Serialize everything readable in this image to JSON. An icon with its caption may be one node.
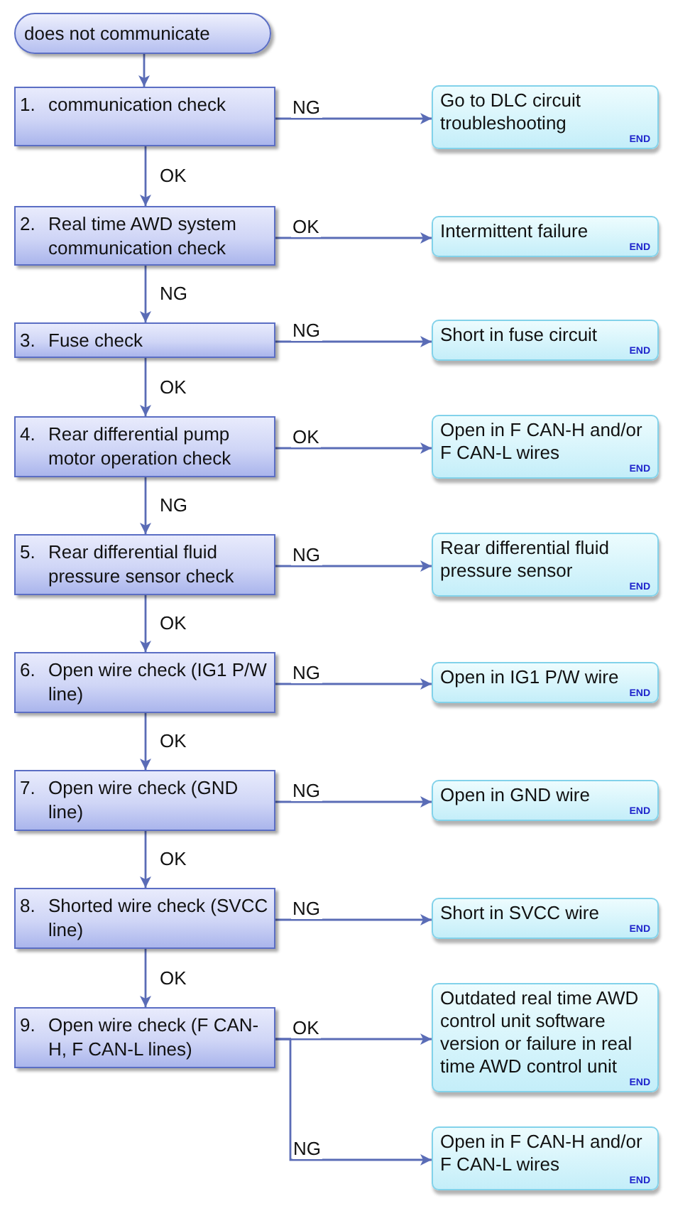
{
  "diagram": {
    "nodes": [
      {
        "text": [
          "does not communicate"
        ]
      },
      {
        "text": [
          "1.",
          "communication check"
        ]
      },
      {
        "text": [
          "Go to DLC circuit troubleshooting",
          "END"
        ]
      },
      {
        "text": [
          "2.",
          "Real time AWD system communication check"
        ]
      },
      {
        "text": [
          "Intermittent failure",
          "END"
        ]
      },
      {
        "text": [
          "3.",
          "Fuse check"
        ]
      },
      {
        "text": [
          "Short in fuse circuit",
          "END"
        ]
      },
      {
        "text": [
          "4.",
          "Rear differential pump motor operation check"
        ]
      },
      {
        "text": [
          "Open in F CAN-H and/or F CAN-L wires",
          "END"
        ]
      },
      {
        "text": [
          "5.",
          "Rear differential fluid pressure sensor check"
        ]
      },
      {
        "text": [
          "Rear differential fluid pressure sensor",
          "END"
        ]
      },
      {
        "text": [
          "6.",
          "Open wire check (IG1 P/W line)"
        ]
      },
      {
        "text": [
          "Open in IG1 P/W wire",
          "END"
        ]
      },
      {
        "text": [
          "7.",
          "Open wire check (GND line)"
        ]
      },
      {
        "text": [
          "Open in GND wire",
          "END"
        ]
      },
      {
        "text": [
          "8.",
          "Shorted wire check (SVCC line)"
        ]
      },
      {
        "text": [
          "Short in SVCC wire",
          "END"
        ]
      },
      {
        "text": [
          "9.",
          "Open wire check (F CAN-H, F CAN-L lines)"
        ]
      },
      {
        "text": [
          "Outdated real time AWD control unit software version or failure in real time AWD control unit",
          "END"
        ]
      },
      {
        "text": [
          "Open in F CAN-H and/or F CAN-L wires",
          "END"
        ]
      }
    ],
    "edges": [
      {
        "from": 0,
        "to": 1,
        "arrow": "to"
      },
      {
        "from": 1,
        "to": 2,
        "arrow": "to",
        "label": "NG"
      },
      {
        "from": 1,
        "to": 3,
        "arrow": "to",
        "label": "OK"
      },
      {
        "from": 3,
        "to": 4,
        "arrow": "to",
        "label": "OK"
      },
      {
        "from": 3,
        "to": 5,
        "arrow": "to",
        "label": "NG"
      },
      {
        "from": 5,
        "to": 6,
        "arrow": "to",
        "label": "NG"
      },
      {
        "from": 5,
        "to": 7,
        "arrow": "to",
        "label": "OK"
      },
      {
        "from": 7,
        "to": 8,
        "arrow": "to",
        "label": "OK"
      },
      {
        "from": 7,
        "to": 9,
        "arrow": "to",
        "label": "NG"
      },
      {
        "from": 9,
        "to": 10,
        "arrow": "to",
        "label": "NG"
      },
      {
        "from": 9,
        "to": 11,
        "arrow": "to",
        "label": "OK"
      },
      {
        "from": 11,
        "to": 12,
        "arrow": "to",
        "label": "NG"
      },
      {
        "from": 11,
        "to": 13,
        "arrow": "to",
        "label": "OK"
      },
      {
        "from": 13,
        "to": 14,
        "arrow": "to",
        "label": "NG"
      },
      {
        "from": 13,
        "to": 15,
        "arrow": "to",
        "label": "OK"
      },
      {
        "from": 15,
        "to": 16,
        "arrow": "to",
        "label": "NG"
      },
      {
        "from": 15,
        "to": 17,
        "arrow": "to",
        "label": "OK"
      },
      {
        "from": 17,
        "to": 18,
        "arrow": "to",
        "label": "OK"
      },
      {
        "from": 17,
        "to": 19,
        "arrow": "to",
        "label": "NG"
      }
    ]
  }
}
